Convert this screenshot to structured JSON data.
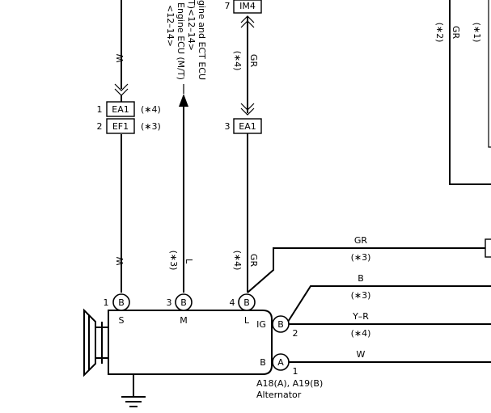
{
  "top_labels": {
    "ecu_line1": "gine and ECT ECU",
    "ecu_line2": "T)<12–14>",
    "ecu_line3": "Engine ECU (M/T)",
    "ecu_line4": "<12–14>",
    "im4_pin": "7",
    "im4_name": "IM4",
    "right_note1": "(∗1)",
    "right_note2": "(∗2)",
    "right_color": "GR"
  },
  "wires": {
    "s_top_color": "W",
    "s_bottom_color": "W",
    "m_color": "L",
    "m_note": "(∗3)",
    "l_top_color": "GR",
    "l_top_note": "(∗4)",
    "l_bottom_color": "GR",
    "l_bottom_note": "(∗4)"
  },
  "connectors": {
    "ea1_left_pin": "1",
    "ea1_left_name": "EA1",
    "ea1_left_note": "(∗4)",
    "ef1_pin": "2",
    "ef1_name": "EF1",
    "ef1_note": "(∗3)",
    "ea1_right_pin": "3",
    "ea1_right_name": "EA1"
  },
  "alternator": {
    "pin_s_num": "1",
    "pin_s_letter": "B",
    "pin_s_label": "S",
    "pin_m_num": "3",
    "pin_m_letter": "B",
    "pin_m_label": "M",
    "pin_l_num": "4",
    "pin_l_letter": "B",
    "pin_l_label": "L",
    "pin_ig_label": "IG",
    "pin_ig_letter": "B",
    "pin_ig_num": "2",
    "pin_b_label": "B",
    "pin_b_letter": "A",
    "pin_b_num": "1",
    "part_code": "A18(A), A19(B)",
    "part_name": "Alternator"
  },
  "right_wires": [
    {
      "color": "GR",
      "note": "(∗3)"
    },
    {
      "color": "B",
      "note": "(∗3)"
    },
    {
      "color": "Y–R",
      "note": "(∗4)"
    },
    {
      "color": "W",
      "note": ""
    }
  ]
}
